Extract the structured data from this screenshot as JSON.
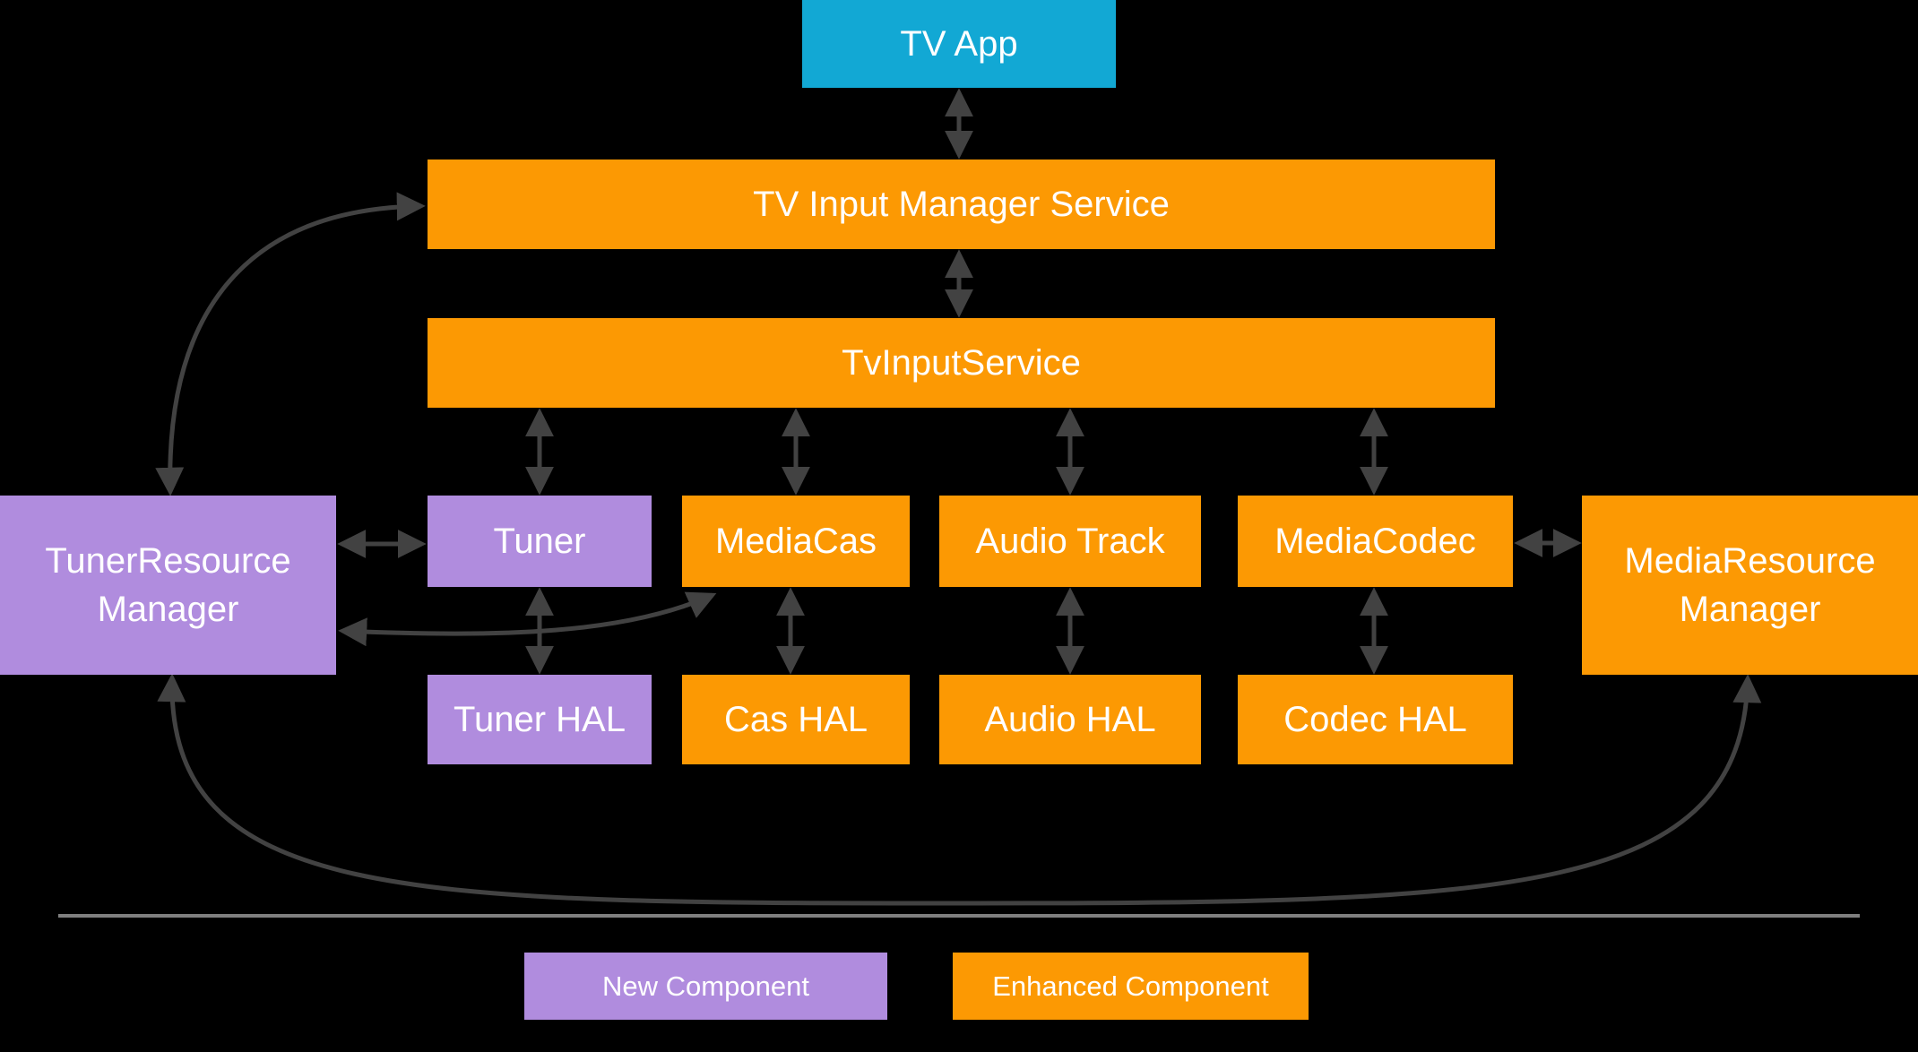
{
  "diagram": {
    "nodes": {
      "tv_app": "TV App",
      "tv_input_manager_service": "TV Input Manager Service",
      "tv_input_service": "TvInputService",
      "tuner": "Tuner",
      "media_cas": "MediaCas",
      "audio_track": "Audio Track",
      "media_codec": "MediaCodec",
      "tuner_resource_manager": "TunerResource Manager",
      "media_resource_manager": "MediaResource Manager",
      "tuner_hal": "Tuner HAL",
      "cas_hal": "Cas HAL",
      "audio_hal": "Audio HAL",
      "codec_hal": "Codec HAL"
    },
    "legend": {
      "new_component": "New Component",
      "enhanced_component": "Enhanced Component"
    },
    "colors": {
      "background": "#000000",
      "tv_app_blue": "#12A8D4",
      "enhanced_orange": "#FC9903",
      "new_purple": "#B08CDE",
      "arrow_gray": "#424242",
      "divider_gray": "#7F7F7F",
      "label_text": "#FFFFFF"
    },
    "connections": [
      {
        "from": "TV App",
        "to": "TV Input Manager Service",
        "bidirectional": true
      },
      {
        "from": "TV Input Manager Service",
        "to": "TvInputService",
        "bidirectional": true
      },
      {
        "from": "TvInputService",
        "to": "Tuner",
        "bidirectional": true
      },
      {
        "from": "TvInputService",
        "to": "MediaCas",
        "bidirectional": true
      },
      {
        "from": "TvInputService",
        "to": "Audio Track",
        "bidirectional": true
      },
      {
        "from": "TvInputService",
        "to": "MediaCodec",
        "bidirectional": true
      },
      {
        "from": "Tuner",
        "to": "Tuner HAL",
        "bidirectional": true
      },
      {
        "from": "MediaCas",
        "to": "Cas HAL",
        "bidirectional": true
      },
      {
        "from": "Audio Track",
        "to": "Audio HAL",
        "bidirectional": true
      },
      {
        "from": "MediaCodec",
        "to": "Codec HAL",
        "bidirectional": true
      },
      {
        "from": "TunerResource Manager",
        "to": "TV Input Manager Service",
        "bidirectional": true
      },
      {
        "from": "TunerResource Manager",
        "to": "Tuner",
        "bidirectional": true
      },
      {
        "from": "TunerResource Manager",
        "to": "MediaCas",
        "bidirectional": true
      },
      {
        "from": "MediaCodec",
        "to": "MediaResource Manager",
        "bidirectional": true
      },
      {
        "from": "TunerResource Manager",
        "to": "MediaResource Manager",
        "bidirectional": true
      }
    ]
  }
}
